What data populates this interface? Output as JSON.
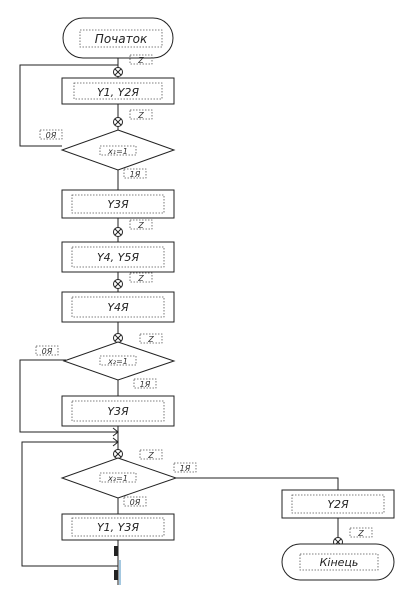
{
  "nodes": {
    "start": "Початок",
    "op1": "Y1, Y2Я",
    "cond1": "x₁=1",
    "op2": "Y3Я",
    "op3": "Y4, Y5Я",
    "op4": "Y4Я",
    "cond2": "x₂=1",
    "op5": "Y3Я",
    "cond3": "x₃=1",
    "op6": "Y1, Y3Я",
    "op7": "Y2Я",
    "end": "Кінець"
  },
  "labels": {
    "z": "Z",
    "yes": "1Я",
    "no": "0Я"
  }
}
